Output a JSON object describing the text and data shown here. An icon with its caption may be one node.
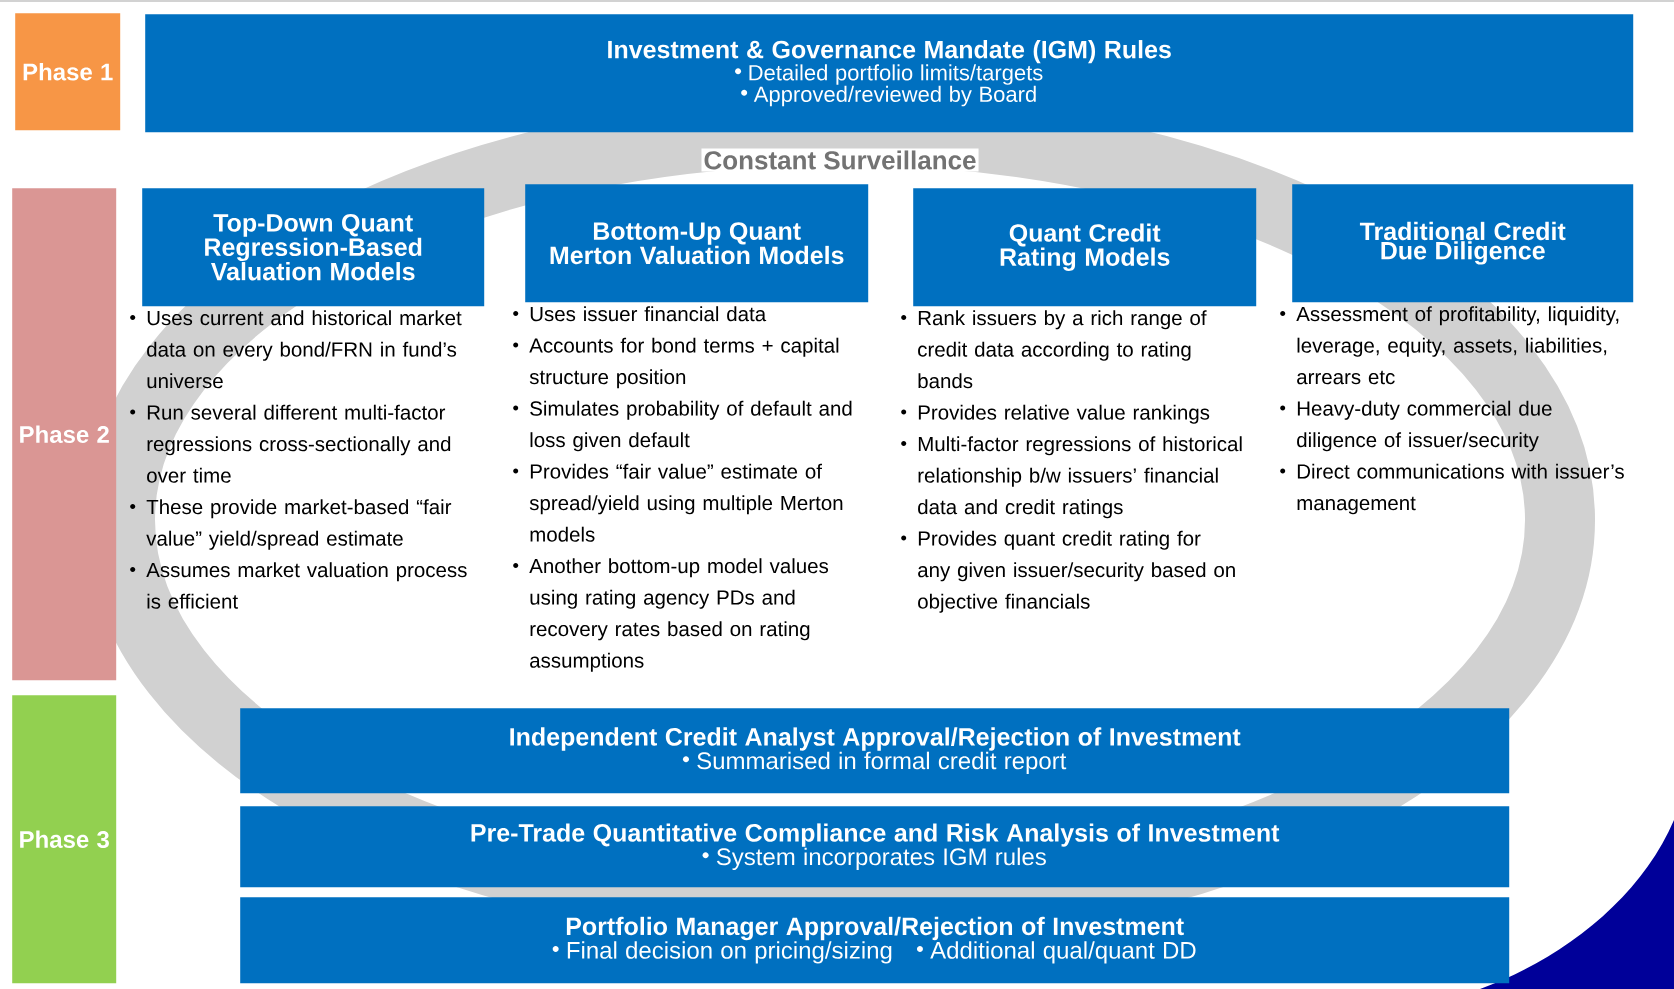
{
  "diagram": {
    "nodes": [
      {
        "text": [
          "Phase 1"
        ]
      },
      {
        "text": [
          "Investment & Governance Mandate (IGM) Rules",
          "Detailed portfolio limits/targets",
          "Approved/reviewed by Board"
        ]
      },
      {
        "text": [
          "Phase 2"
        ]
      },
      {
        "text": [
          "Top-Down Quant Regression-Based Valuation Models"
        ],
        "beside": [
          "Uses current and historical market data on every bond/FRN in fund’s universe",
          "Run several different multi-factor regressions cross-sectionally and over time",
          "These provide market-based “fair value” yield/spread estimate",
          "Assumes market valuation process is efficient"
        ]
      },
      {
        "text": [
          "Bottom-Up Quant Merton Valuation Models"
        ],
        "beside": [
          "Uses issuer financial data",
          "Accounts for bond terms + capital structure position",
          "Simulates probability of default and loss given default",
          "Provides “fair value” estimate of spread/yield using multiple Merton models",
          "Another bottom-up model values using rating agency PDs and recovery rates based on rating assumptions"
        ]
      },
      {
        "text": [
          "Quant Credit Rating Models"
        ],
        "beside": [
          "Rank issuers by a rich range of credit data according to rating bands",
          "Provides relative value rankings",
          "Multi-factor regressions of historical relationship b/w issuers’ financial data and credit ratings",
          "Provides quant credit rating for any given issuer/security based on objective financials"
        ]
      },
      {
        "text": [
          "Traditional Credit Due Diligence"
        ],
        "beside": [
          "Assessment of profitability, liquidity, leverage, equity, assets, liabilities, arrears etc",
          "Heavy-duty commercial due diligence of issuer/security",
          "Direct communications with issuer’s management"
        ]
      },
      {
        "text": [
          "Phase 3"
        ]
      },
      {
        "text": [
          "Independent Credit Analyst Approval/Rejection of Investment",
          "Summarised in formal credit report"
        ]
      },
      {
        "text": [
          "Pre-Trade Quantitative Compliance and Risk Analysis of Investment",
          "System incorporates IGM rules"
        ]
      },
      {
        "text": [
          "Portfolio Manager Approval/Rejection of Investment",
          "Final decision on pricing/sizing",
          "Additional qual/quant DD"
        ]
      }
    ],
    "labels": [
      "Constant Surveillance"
    ]
  }
}
